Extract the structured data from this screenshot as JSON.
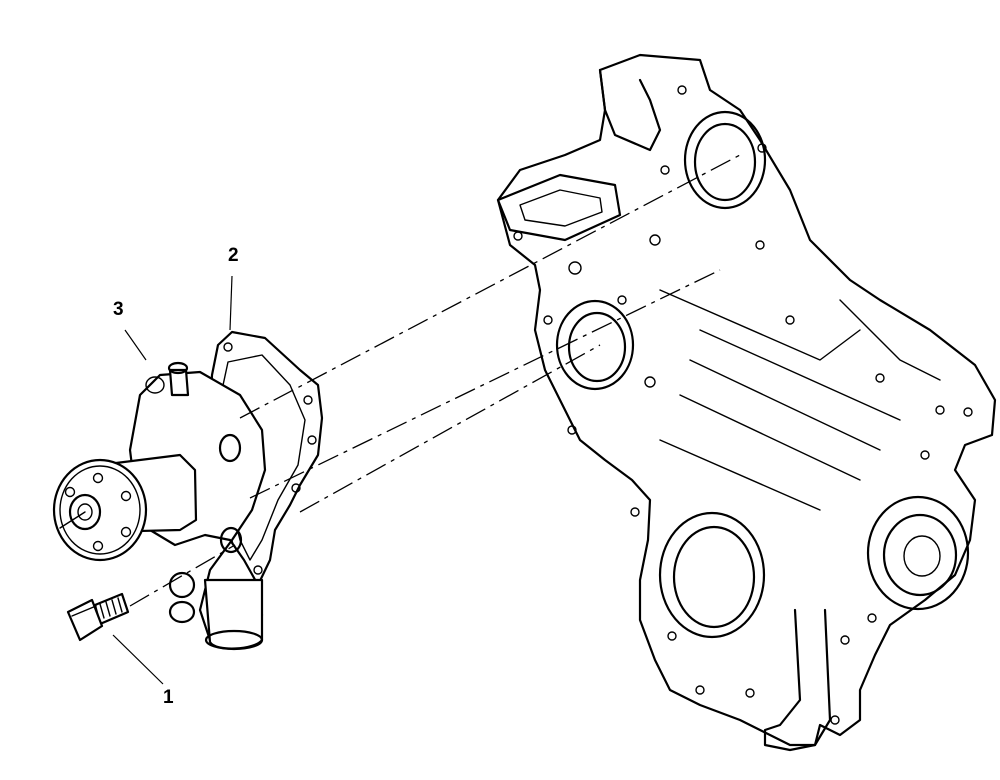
{
  "callouts": {
    "bolt": "1",
    "gasket": "2",
    "water_pump": "3"
  },
  "colors": {
    "line": "#000000",
    "background": "#ffffff"
  }
}
